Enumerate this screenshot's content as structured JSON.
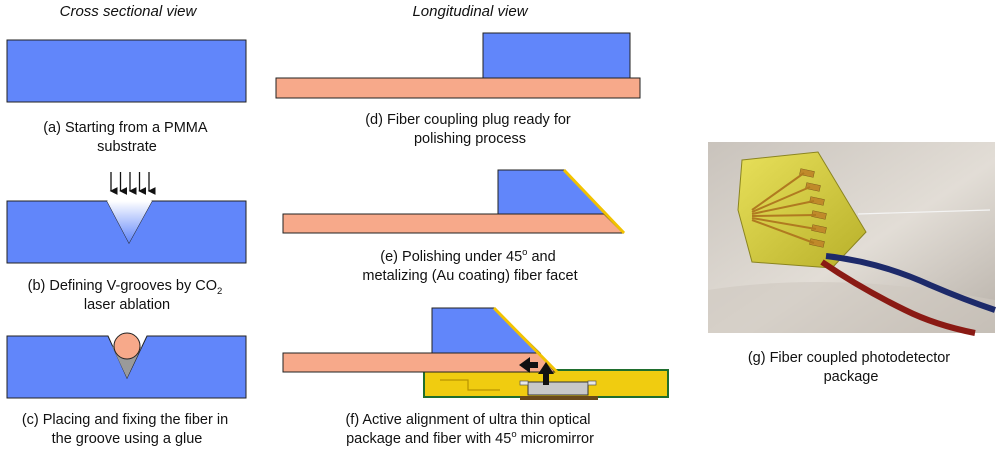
{
  "headings": {
    "cross": "Cross sectional view",
    "longitudinal": "Longitudinal view"
  },
  "captions": {
    "a": [
      "(a) Starting from a PMMA",
      "substrate"
    ],
    "b": {
      "line1_main": "(b) Defining V-grooves by CO",
      "line1_sub": "2",
      "line2": "laser ablation"
    },
    "c": [
      "(c) Placing and fixing the fiber in",
      "the groove using a glue"
    ],
    "d": [
      "(d) Fiber coupling plug ready for",
      "polishing process"
    ],
    "e": {
      "line1_pre": "(e) Polishing under 45",
      "line1_sup": "o",
      "line1_post": " and",
      "line2": "metalizing (Au coating) fiber facet"
    },
    "f": {
      "line1": "(f) Active alignment of ultra thin optical",
      "line2_pre": "package and fiber with 45",
      "line2_sup": "o",
      "line2_post": " micromirror"
    },
    "g": [
      "(g) Fiber coupled photodetector",
      "package"
    ]
  },
  "colors": {
    "pmma": "#6186fa",
    "fiber": "#f7a98a",
    "gold": "#f2c200",
    "pcb": "#f0cc10",
    "pcb_edge": "#1f6e2e",
    "glue": "#9a9a9a",
    "outline": "#222222"
  }
}
